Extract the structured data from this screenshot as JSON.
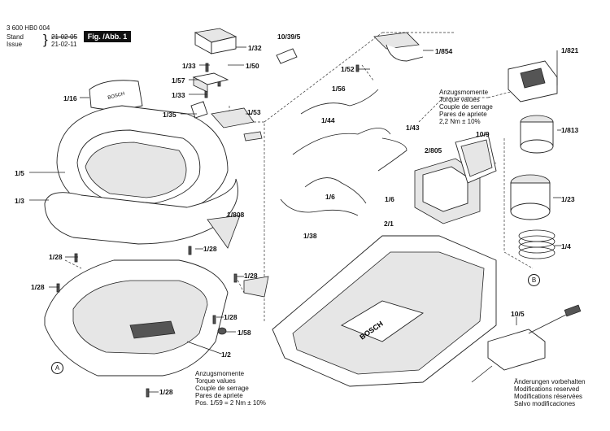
{
  "header": {
    "doc_number": "3 600 HB0 004",
    "stand_label": "Stand",
    "issue_label": "Issue",
    "stand_date": "21-02-05",
    "issue_date": "21-02-11",
    "fig_label": "Fig. /Abb. 1"
  },
  "callouts": {
    "c1_32": "1/32",
    "c1_33a": "1/33",
    "c1_50": "1/50",
    "c1_57": "1/57",
    "c1_33b": "1/33",
    "c1_35": "1/35",
    "c1_53": "1/53",
    "c1_16": "1/16",
    "c10_39_5": "10/39/5",
    "c1_854": "1/854",
    "c1_52": "1/52",
    "c1_56": "1/56",
    "c1_44": "1/44",
    "c1_43": "1/43",
    "c2_805": "2/805",
    "c10_9": "10/9",
    "c1_821": "1/821",
    "c1_813": "1/813",
    "c1_5": "1/5",
    "c1_3": "1/3",
    "c1_6a": "1/6",
    "c1_6b": "1/6",
    "c1_23": "1/23",
    "c1_808": "1/808",
    "c1_38": "1/38",
    "c2_1": "2/1",
    "c1_28a": "1/28",
    "c1_28b": "1/28",
    "c1_4": "1/4",
    "c1_28c": "1/28",
    "c1_28d": "1/28",
    "c1_28e": "1/28",
    "c1_58": "1/58",
    "c10_5": "10/5",
    "c1_2": "1/2",
    "c1_28f": "1/28"
  },
  "markers": {
    "a": "A",
    "b": "B"
  },
  "torque_top": [
    "Anzugsmomente",
    "Torque values",
    "Couple de serrage",
    "Pares de apriete",
    "2,2 Nm ± 10%"
  ],
  "torque_bottom": [
    "Anzugsmomente",
    "Torque values",
    "Couple de serrage",
    "Pares de apriete",
    "Pos.    1/59 = 2 Nm  ± 10%"
  ],
  "changes_note": [
    "Änderungen vorbehalten",
    "Modifications reserved",
    "Modifications réservées",
    "Salvo modificaciones"
  ],
  "brand": {
    "cover_logo": "BOSCH",
    "chassis_logo": "BOSCH"
  }
}
